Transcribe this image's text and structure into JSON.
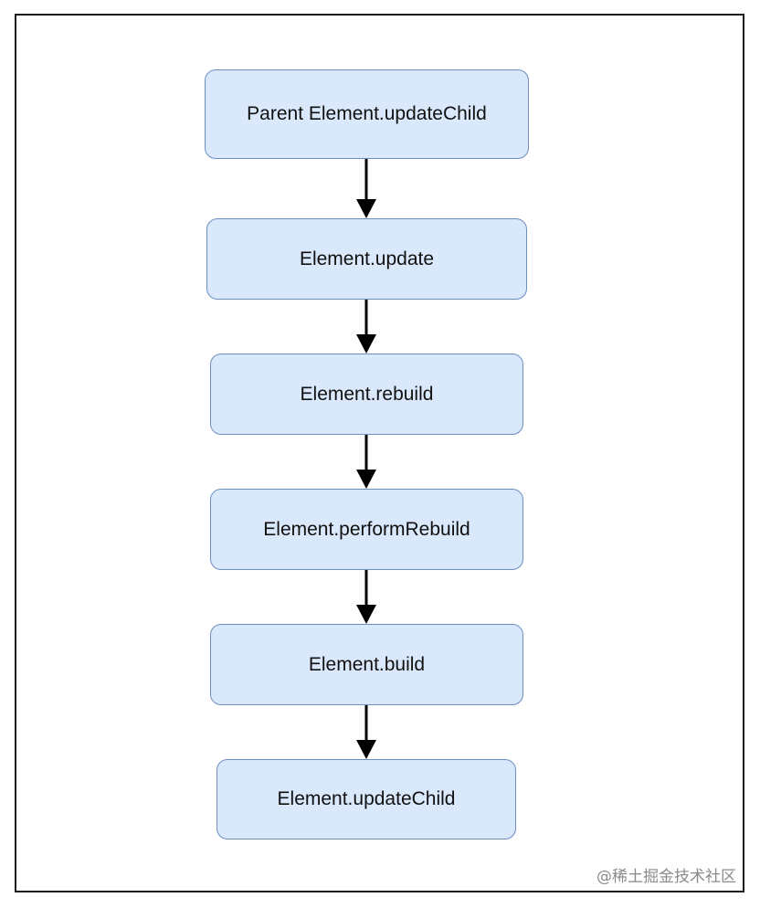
{
  "diagram": {
    "nodes": [
      {
        "label": "Parent Element.updateChild"
      },
      {
        "label": "Element.update"
      },
      {
        "label": "Element.rebuild"
      },
      {
        "label": "Element.performRebuild"
      },
      {
        "label": "Element.build"
      },
      {
        "label": "Element.updateChild"
      }
    ],
    "edges": [
      {
        "from": "Parent Element.updateChild",
        "to": "Element.update"
      },
      {
        "from": "Element.update",
        "to": "Element.rebuild"
      },
      {
        "from": "Element.rebuild",
        "to": "Element.performRebuild"
      },
      {
        "from": "Element.performRebuild",
        "to": "Element.build"
      },
      {
        "from": "Element.build",
        "to": "Element.updateChild"
      }
    ],
    "colors": {
      "node_fill": "#dae8fc",
      "node_border": "#6c8ebf",
      "arrow": "#000000"
    }
  },
  "watermark": "@稀土掘金技术社区"
}
